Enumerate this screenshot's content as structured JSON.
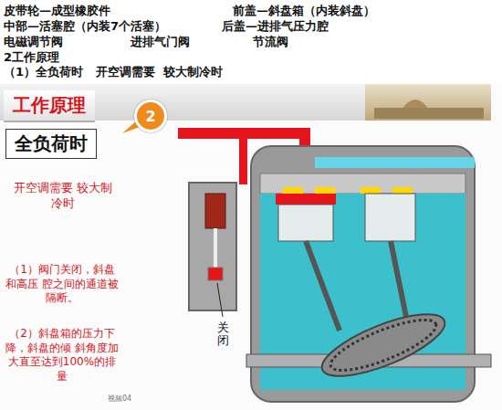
{
  "diagram": {
    "nodes": [
      {
        "text": [
          "工作原理"
        ]
      },
      {
        "text": [
          "2"
        ]
      },
      {
        "text": [
          "全负荷时"
        ]
      }
    ],
    "labels": [
      "皮带轮—成型橡胶件",
      "前盖—斜盘箱（内装斜盘）",
      "中部—活塞腔（内装7个活塞）",
      "后盖—进排气压力腔",
      "电磁调节阀",
      "进排气门阀",
      "节流阀",
      "2工作原理",
      "（1）全负荷时   开空调需要  较大制冷时",
      "开空调需要 较大制冷时",
      "（1）阀门关闭，斜盘和高压 腔之间的通道被隔断。",
      "（2）斜盘箱的压力下降，斜盘的倾 斜角度加大直至达到100%的排量",
      "关闭",
      "视频04"
    ]
  }
}
